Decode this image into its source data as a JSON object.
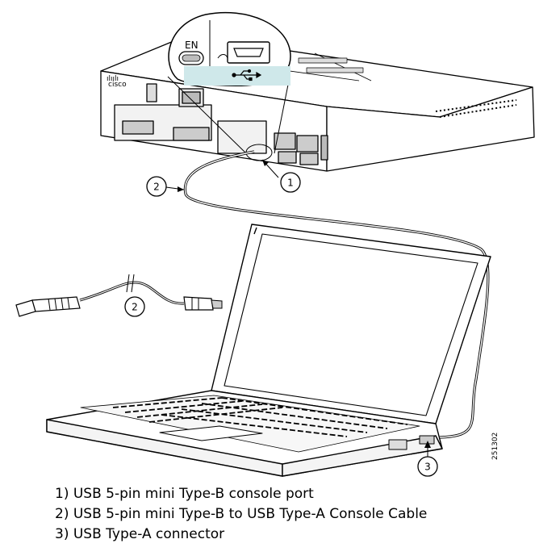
{
  "diagram": {
    "en_label": "EN",
    "figure_id": "251302",
    "callouts": [
      "1",
      "2",
      "2",
      "3"
    ]
  },
  "legend": [
    "1) USB 5-pin mini Type-B console port",
    "2) USB 5-pin mini Type-B to USB Type-A Console Cable",
    "3) USB Type-A connector"
  ]
}
